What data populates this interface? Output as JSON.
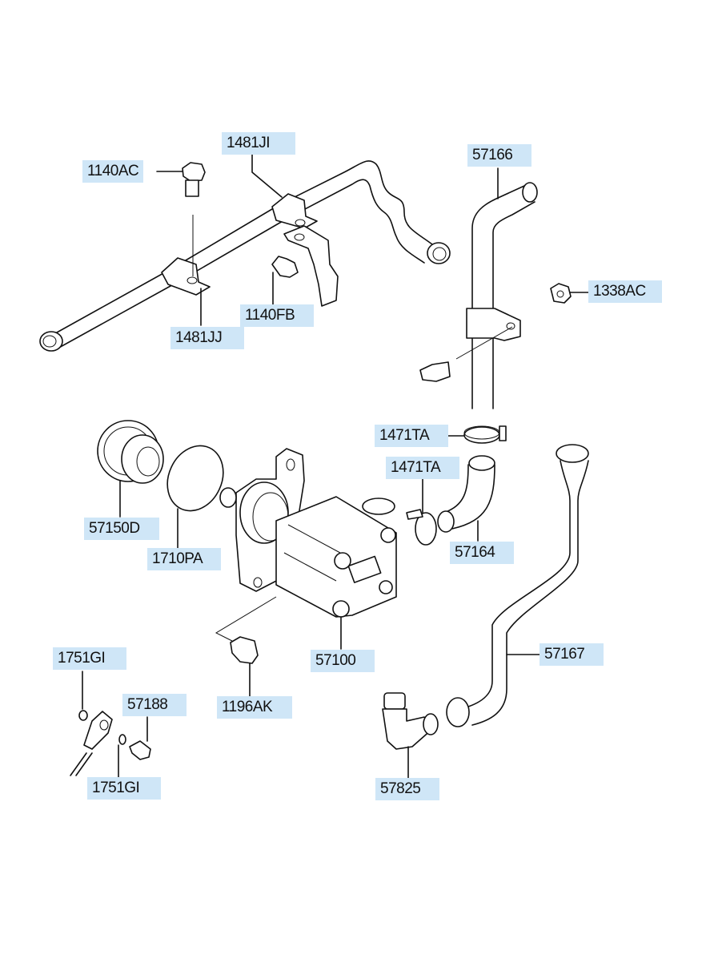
{
  "diagram": {
    "title": "",
    "label_color": "#cfe6f7",
    "parts": [
      {
        "id": "p1",
        "label": "1140AC"
      },
      {
        "id": "p2",
        "label": "1481JI"
      },
      {
        "id": "p3",
        "label": "1481JJ"
      },
      {
        "id": "p4",
        "label": "1140FB"
      },
      {
        "id": "p5",
        "label": "57166"
      },
      {
        "id": "p6",
        "label": "1338AC"
      },
      {
        "id": "p7",
        "label": "1471TA"
      },
      {
        "id": "p8",
        "label": "1471TA"
      },
      {
        "id": "p9",
        "label": "57164"
      },
      {
        "id": "p10",
        "label": "57150D"
      },
      {
        "id": "p11",
        "label": "1710PA"
      },
      {
        "id": "p12",
        "label": "57100"
      },
      {
        "id": "p13",
        "label": "1196AK"
      },
      {
        "id": "p14",
        "label": "57167"
      },
      {
        "id": "p15",
        "label": "1751GI"
      },
      {
        "id": "p16",
        "label": "57188"
      },
      {
        "id": "p17",
        "label": "1751GI"
      },
      {
        "id": "p18",
        "label": "57825"
      }
    ]
  }
}
